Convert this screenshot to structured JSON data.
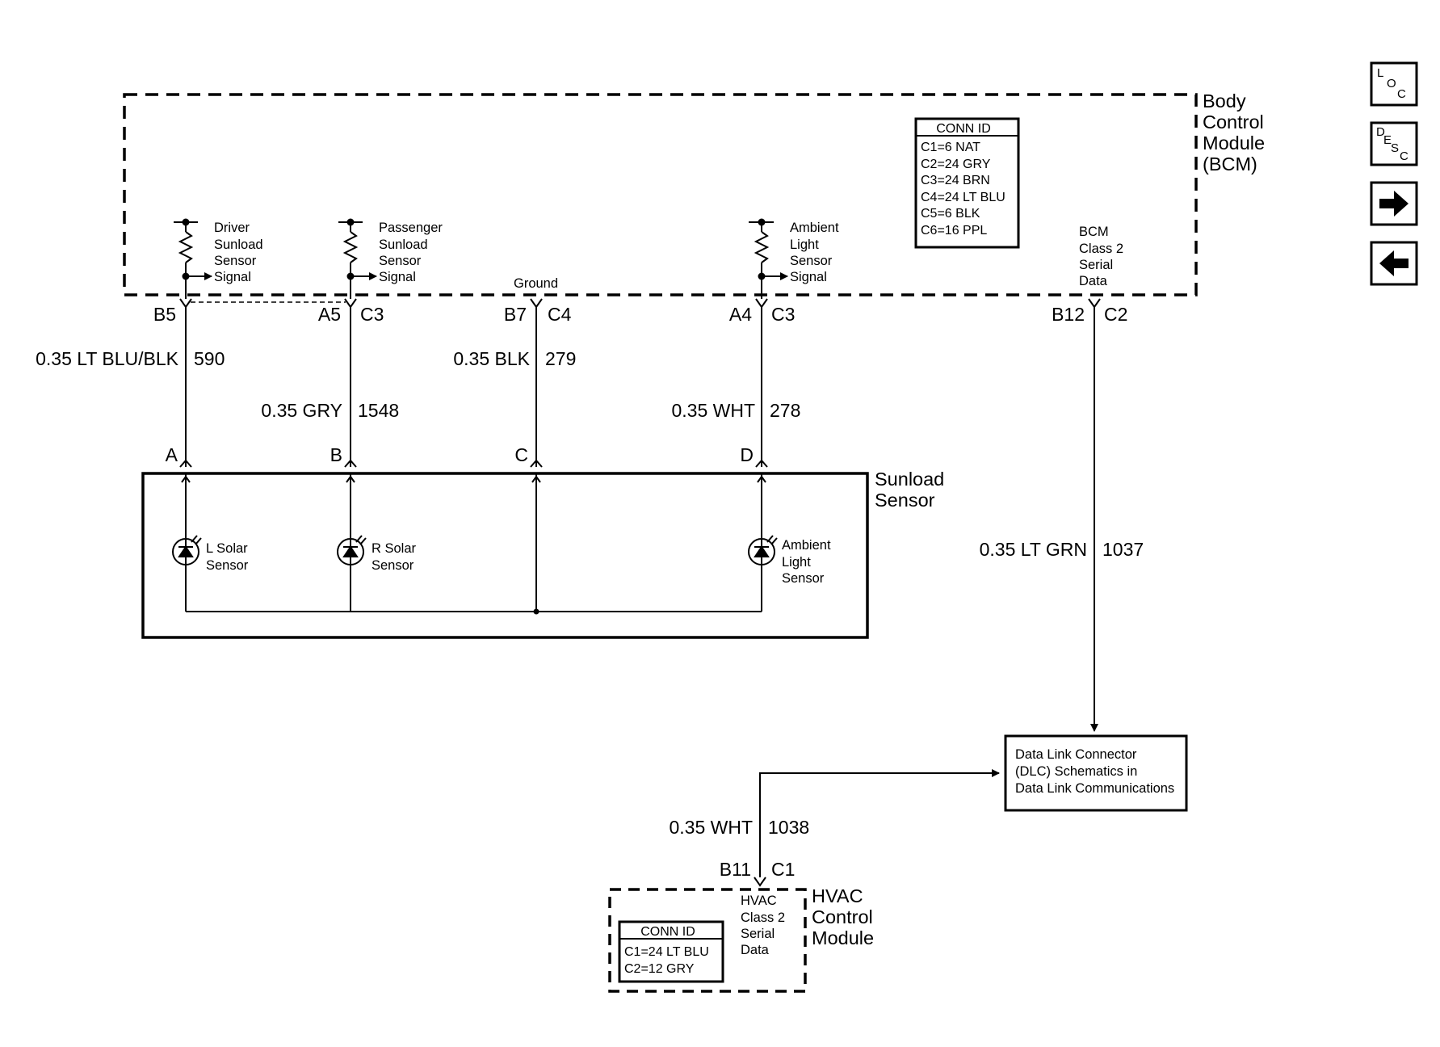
{
  "modules": {
    "bcm": {
      "lines": [
        "Body",
        "Control",
        "Module",
        "(BCM)"
      ]
    },
    "sunload": {
      "lines": [
        "Sunload",
        "Sensor"
      ]
    },
    "hvac": {
      "lines": [
        "HVAC",
        "Control",
        "Module"
      ]
    },
    "dlc": {
      "lines": [
        "Data Link Connector",
        "(DLC) Schematics in",
        "Data Link Communications"
      ]
    }
  },
  "conn_id_bcm": {
    "title": "CONN ID",
    "entries": [
      "C1=6 NAT",
      "C2=24 GRY",
      "C3=24 BRN",
      "C4=24 LT BLU",
      "C5=6 BLK",
      "C6=16 PPL"
    ]
  },
  "conn_id_hvac": {
    "title": "CONN ID",
    "entries": [
      "C1=24 LT BLU",
      "C2=12 GRY"
    ]
  },
  "signals": {
    "driver": [
      "Driver",
      "Sunload",
      "Sensor",
      "Signal"
    ],
    "passenger": [
      "Passenger",
      "Sunload",
      "Sensor",
      "Signal"
    ],
    "ground": "Ground",
    "ambient": [
      "Ambient",
      "Light",
      "Sensor",
      "Signal"
    ],
    "bcm_serial": [
      "BCM",
      "Class 2",
      "Serial",
      "Data"
    ],
    "hvac_serial": [
      "HVAC",
      "Class 2",
      "Serial",
      "Data"
    ]
  },
  "pins": {
    "b5": "B5",
    "a5": "A5",
    "a5_conn": "C3",
    "b7": "B7",
    "b7_conn": "C4",
    "a4": "A4",
    "a4_conn": "C3",
    "b12": "B12",
    "b12_conn": "C2",
    "b11": "B11",
    "b11_conn": "C1",
    "sensor_a": "A",
    "sensor_b": "B",
    "sensor_c": "C",
    "sensor_d": "D"
  },
  "wires": {
    "w590": {
      "color": "0.35 LT BLU/BLK",
      "circuit": "590"
    },
    "w1548": {
      "color": "0.35 GRY",
      "circuit": "1548"
    },
    "w279": {
      "color": "0.35 BLK",
      "circuit": "279"
    },
    "w278": {
      "color": "0.35 WHT",
      "circuit": "278"
    },
    "w1037": {
      "color": "0.35 LT GRN",
      "circuit": "1037"
    },
    "w1038": {
      "color": "0.35 WHT",
      "circuit": "1038"
    }
  },
  "sensors": {
    "left": [
      "L Solar",
      "Sensor"
    ],
    "right": [
      "R Solar",
      "Sensor"
    ],
    "ambient": [
      "Ambient",
      "Light",
      "Sensor"
    ]
  },
  "nav": {
    "loc": [
      "L",
      "O",
      "C"
    ],
    "desc": [
      "D",
      "E",
      "S",
      "C"
    ],
    "forward": "right-arrow-icon",
    "back": "left-arrow-icon"
  }
}
